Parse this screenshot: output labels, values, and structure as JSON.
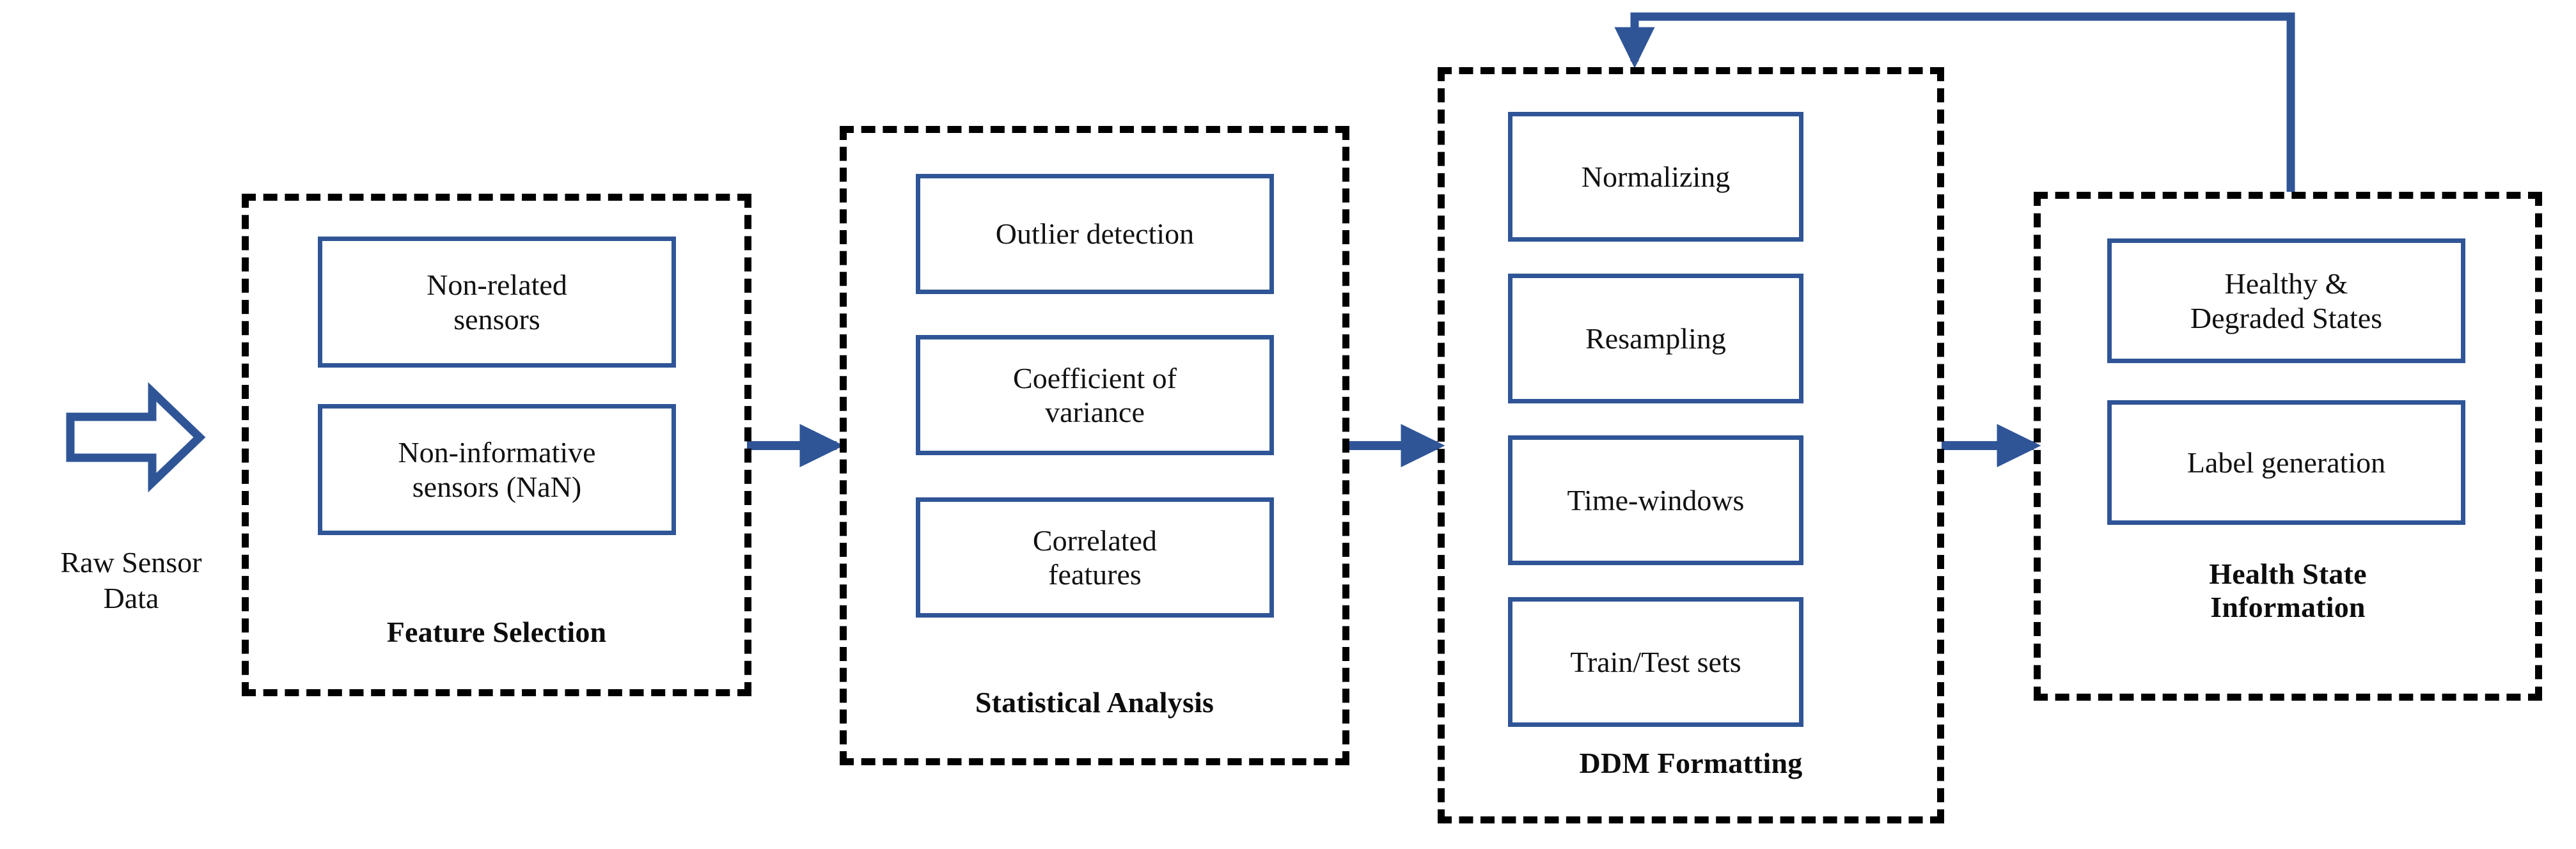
{
  "figure": {
    "title": "Data preparation pipeline flow diagram",
    "accent_blue": "#2f5597",
    "dash_black": "#000000",
    "background": "#ffffff"
  },
  "input": {
    "icon": "block-arrow-right-icon",
    "label_line1": "Raw Sensor",
    "label_line2": "Data"
  },
  "stages": [
    {
      "id": "feature-selection",
      "caption": "Feature Selection",
      "items": [
        {
          "line1": "Non-related",
          "line2": "sensors"
        },
        {
          "line1": "Non-informative",
          "line2": "sensors (NaN)"
        }
      ]
    },
    {
      "id": "statistical-analysis",
      "caption": "Statistical Analysis",
      "items": [
        {
          "line1": "Outlier detection",
          "line2": ""
        },
        {
          "line1": "Coefficient of",
          "line2": "variance"
        },
        {
          "line1": "Correlated",
          "line2": "features"
        }
      ]
    },
    {
      "id": "ddm-formatting",
      "caption": "DDM Formatting",
      "items": [
        {
          "line1": "Normalizing",
          "line2": ""
        },
        {
          "line1": "Resampling",
          "line2": ""
        },
        {
          "line1": "Time-windows",
          "line2": ""
        },
        {
          "line1": "Train/Test sets",
          "line2": ""
        }
      ]
    },
    {
      "id": "health-state-information",
      "caption_line1": "Health State",
      "caption_line2": "Information",
      "items": [
        {
          "line1": "Healthy &",
          "line2": "Degraded States"
        },
        {
          "line1": "Label generation",
          "line2": ""
        }
      ]
    }
  ],
  "connectors": [
    {
      "id": "arrow-input-to-feature-selection",
      "kind": "block-arrow-right"
    },
    {
      "id": "arrow-feature-selection-to-statistical-analysis",
      "kind": "arrow-right"
    },
    {
      "id": "arrow-statistical-analysis-to-ddm-formatting",
      "kind": "arrow-right"
    },
    {
      "id": "arrow-ddm-formatting-to-health-state",
      "kind": "arrow-right"
    },
    {
      "id": "feedback-loop-health-state-to-ddm-formatting",
      "kind": "elbow-arrow-down"
    }
  ]
}
